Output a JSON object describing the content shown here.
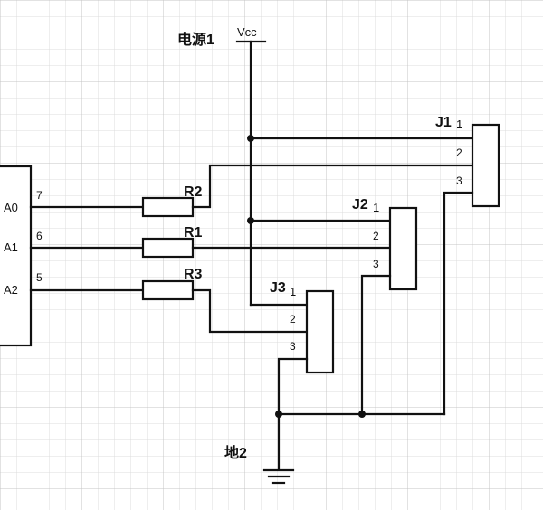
{
  "power_label": "电源1",
  "vcc_label": "Vcc",
  "ground_label": "地2",
  "ic": {
    "pins": [
      {
        "name": "A0",
        "number": "7"
      },
      {
        "name": "A1",
        "number": "6"
      },
      {
        "name": "A2",
        "number": "5"
      }
    ]
  },
  "resistors": [
    {
      "label": "R2"
    },
    {
      "label": "R1"
    },
    {
      "label": "R3"
    }
  ],
  "connectors": [
    {
      "label": "J1",
      "pins": [
        "1",
        "2",
        "3"
      ]
    },
    {
      "label": "J2",
      "pins": [
        "1",
        "2",
        "3"
      ]
    },
    {
      "label": "J3",
      "pins": [
        "1",
        "2",
        "3"
      ]
    }
  ],
  "colors": {
    "grid_minor": "#d9d9d9",
    "grid_major": "#bdbdbd",
    "ink": "#111111"
  }
}
